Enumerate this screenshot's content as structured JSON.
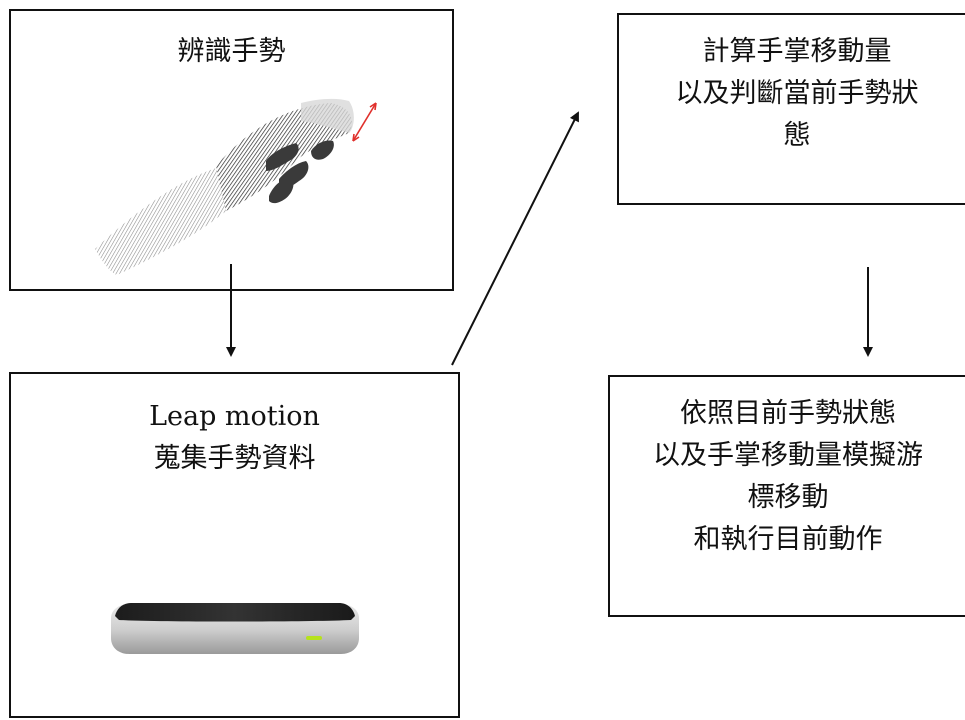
{
  "boxes": {
    "recognize": {
      "lines": [
        "辨識手勢"
      ]
    },
    "collect": {
      "lines": [
        "Leap motion",
        "蒐集手勢資料"
      ]
    },
    "compute": {
      "lines": [
        "計算手掌移動量",
        "以及判斷當前手勢狀",
        "態"
      ]
    },
    "simulate": {
      "lines": [
        "依照目前手勢狀態",
        "以及手掌移動量模擬游",
        "標移動",
        "和執行目前動作"
      ]
    }
  },
  "colors": {
    "stroke": "#111111",
    "gesture_arrow": "#e0302c",
    "device_led": "#b6e21c"
  },
  "icons": {
    "hand": "hand-gesture-illustration",
    "device": "leap-motion-device-illustration"
  }
}
